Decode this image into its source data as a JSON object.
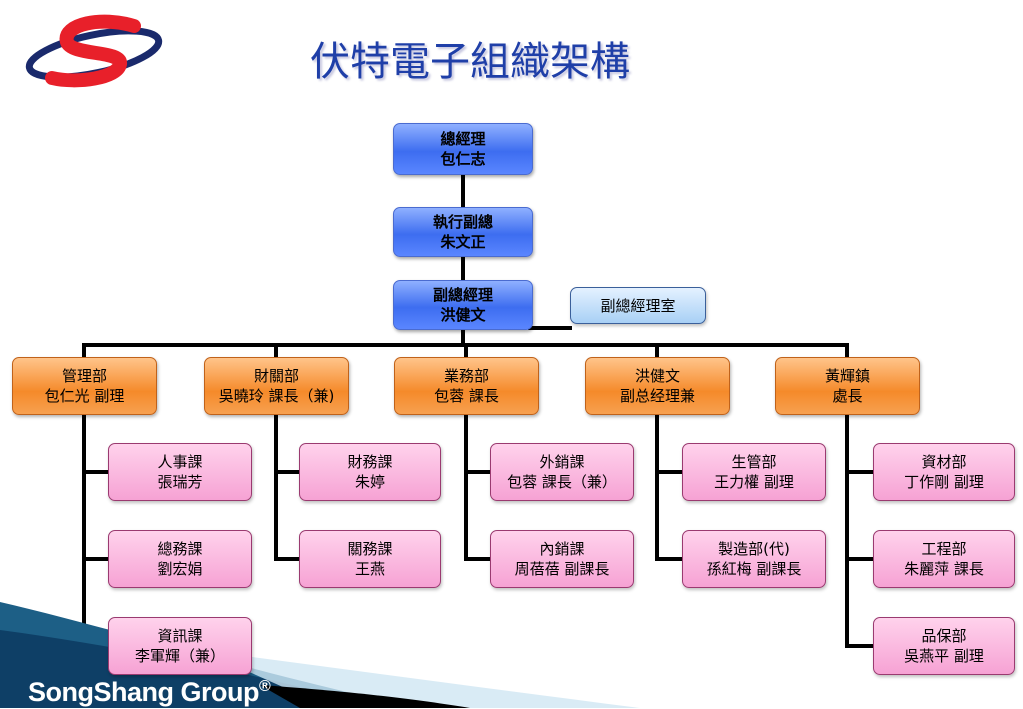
{
  "title": "伏特電子組織架構",
  "footer": {
    "brand": "SongShang Group",
    "mark": "®"
  },
  "colors": {
    "title": "#1f3fa8",
    "logo_red": "#e8202a",
    "logo_navy": "#1a2a6c",
    "connector": "#000000"
  },
  "exec": [
    {
      "title": "總經理",
      "name": "包仁志"
    },
    {
      "title": "執行副總",
      "name": "朱文正"
    },
    {
      "title": "副總經理",
      "name": "洪健文"
    }
  ],
  "office": {
    "label": "副總經理室"
  },
  "departments": [
    {
      "title": "管理部",
      "name": "包仁光 副理",
      "sections": [
        {
          "title": "人事課",
          "name": "張瑞芳"
        },
        {
          "title": "總務課",
          "name": "劉宏娟"
        },
        {
          "title": "資訊課",
          "name": "李軍輝（兼）"
        }
      ]
    },
    {
      "title": "財關部",
      "name": "吳曉玲 課長（兼)",
      "sections": [
        {
          "title": "財務課",
          "name": "朱婷"
        },
        {
          "title": "關務課",
          "name": "王燕"
        }
      ]
    },
    {
      "title": "業務部",
      "name": "包蓉 課長",
      "sections": [
        {
          "title": "外銷課",
          "name": "包蓉 課長（兼）"
        },
        {
          "title": "內銷課",
          "name": "周蓓蓓 副課長"
        }
      ]
    },
    {
      "title": "洪健文",
      "name": "副总经理兼",
      "sections": [
        {
          "title": "生管部",
          "name": "王力權 副理"
        },
        {
          "title": "製造部(代)",
          "name": "孫紅梅 副課長"
        }
      ]
    },
    {
      "title": "黃輝鎮",
      "name": "處長",
      "sections": [
        {
          "title": "資材部",
          "name": "丁作剛 副理"
        },
        {
          "title": "工程部",
          "name": "朱麗萍 課長"
        },
        {
          "title": "品保部",
          "name": "吳燕平 副理"
        }
      ]
    }
  ]
}
